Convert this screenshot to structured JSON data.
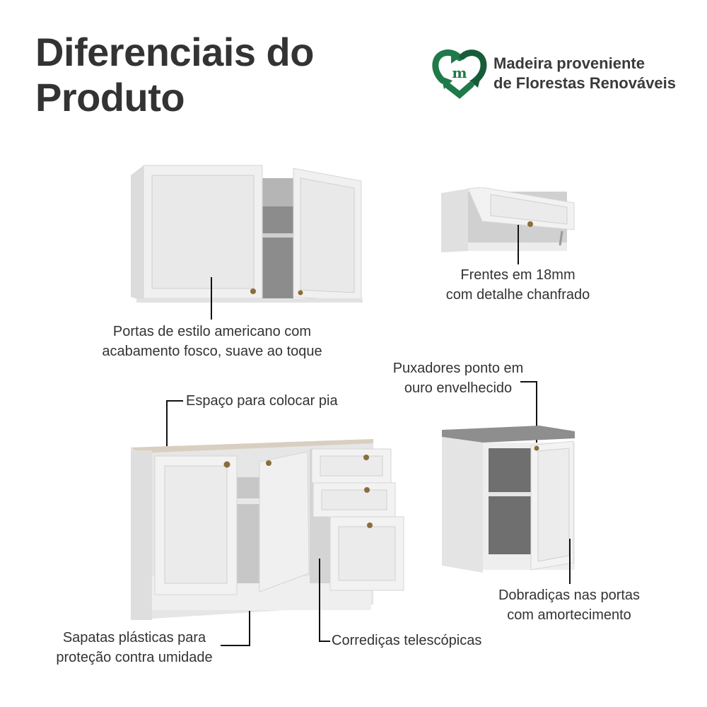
{
  "header": {
    "title_line1": "Diferenciais do",
    "title_line2": "Produto"
  },
  "badge": {
    "icon": "recycle-heart-m-icon",
    "line1": "Madeira proveniente",
    "line2": "de Florestas Renováveis",
    "color": "#1f7a4a"
  },
  "features": [
    {
      "id": "portas",
      "line1": "Portas de estilo americano com",
      "line2": "acabamento fosco, suave ao toque"
    },
    {
      "id": "frentes",
      "line1": "Frentes em 18mm",
      "line2": "com detalhe chanfrado"
    },
    {
      "id": "puxadores",
      "line1": "Puxadores ponto em",
      "line2": "ouro envelhecido"
    },
    {
      "id": "pia",
      "line1": "Espaço para colocar pia"
    },
    {
      "id": "dobradicas",
      "line1": "Dobradiças nas portas",
      "line2": "com amortecimento"
    },
    {
      "id": "sapatas",
      "line1": "Sapatas plásticas para",
      "line2": "proteção contra umidade"
    },
    {
      "id": "corredicas",
      "line1": "Corrediças telescópicas"
    }
  ],
  "colors": {
    "cabinet_white": "#f2f2f2",
    "cabinet_shadow": "#d9d9d9",
    "countertop_gray": "#8e8e8e",
    "knob_gold": "#8a6d3b",
    "leader_line": "#111111"
  }
}
